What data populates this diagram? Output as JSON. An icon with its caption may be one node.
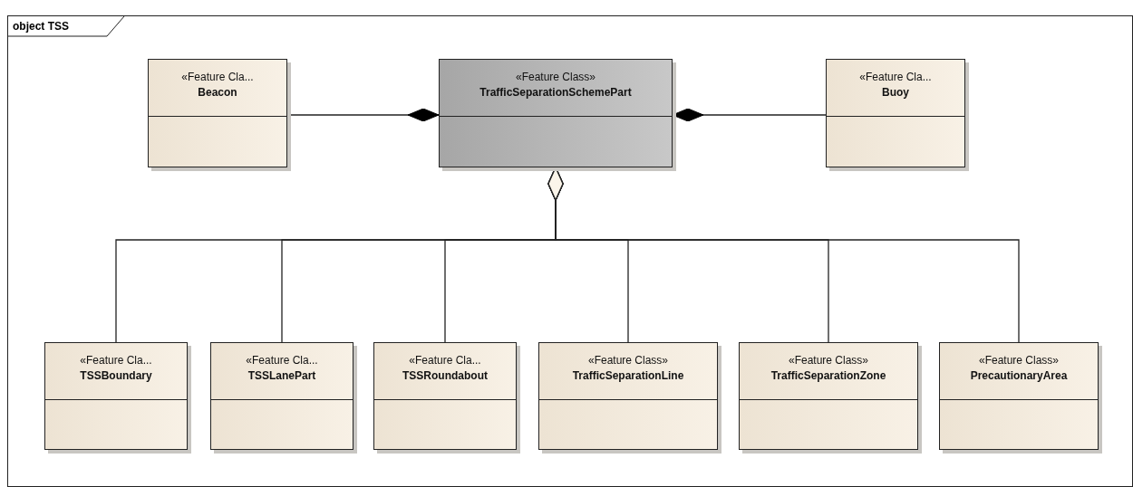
{
  "diagram": {
    "nodes": [
      {
        "text": [
          "object TSS"
        ]
      },
      {
        "text": [
          "«Feature Cla...",
          "Beacon"
        ],
        "in": 0
      },
      {
        "text": [
          "«Feature Class»",
          "TrafficSeparationSchemePart"
        ],
        "in": 0
      },
      {
        "text": [
          "«Feature Cla...",
          "Buoy"
        ],
        "in": 0
      },
      {
        "text": [
          "«Feature Cla...",
          "TSSBoundary"
        ],
        "in": 0
      },
      {
        "text": [
          "«Feature Cla...",
          "TSSLanePart"
        ],
        "in": 0
      },
      {
        "text": [
          "«Feature Cla...",
          "TSSRoundabout"
        ],
        "in": 0
      },
      {
        "text": [
          "«Feature Class»",
          "TrafficSeparationLine"
        ],
        "in": 0
      },
      {
        "text": [
          "«Feature Class»",
          "TrafficSeparationZone"
        ],
        "in": 0
      },
      {
        "text": [
          "«Feature Class»",
          "PrecautionaryArea"
        ],
        "in": 0
      }
    ],
    "edges": [
      {
        "from": 1,
        "to": 2,
        "arrow": "other"
      },
      {
        "from": 3,
        "to": 2,
        "arrow": "other"
      },
      {
        "from": 4,
        "to": 2,
        "arrow": "other"
      },
      {
        "from": 5,
        "to": 2,
        "arrow": "other"
      },
      {
        "from": 6,
        "to": 2,
        "arrow": "other"
      },
      {
        "from": 7,
        "to": 2,
        "arrow": "other"
      },
      {
        "from": 8,
        "to": 2,
        "arrow": "other"
      },
      {
        "from": 9,
        "to": 2,
        "arrow": "other"
      }
    ]
  }
}
